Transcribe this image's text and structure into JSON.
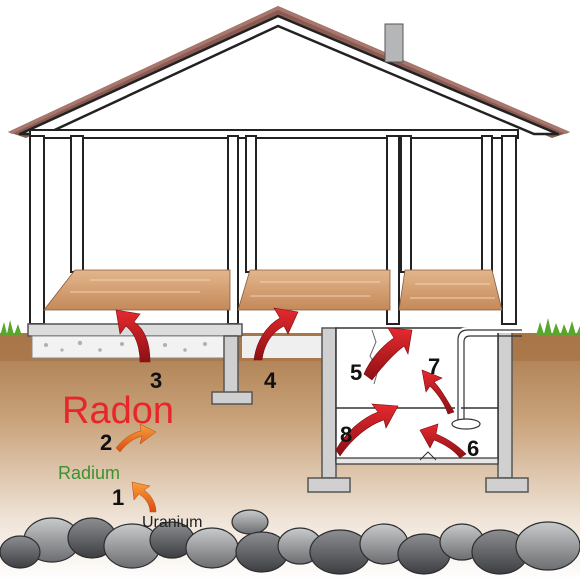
{
  "labels": {
    "radon": "Radon",
    "radium": "Radium",
    "uranium": "Uranium",
    "n1": "1",
    "n2": "2",
    "n3": "3",
    "n4": "4",
    "n5": "5",
    "n6": "6",
    "n7": "7",
    "n8": "8"
  },
  "colors": {
    "radon": "#e8262a",
    "radium": "#3f8f2f",
    "uranium": "#222222",
    "arrow_red": "#d51f26",
    "arrow_orange": "#f37a20",
    "roof": "#8a5b52",
    "floor": "#c99366",
    "soil": "#b98d5c",
    "grass": "#5aa52c"
  }
}
